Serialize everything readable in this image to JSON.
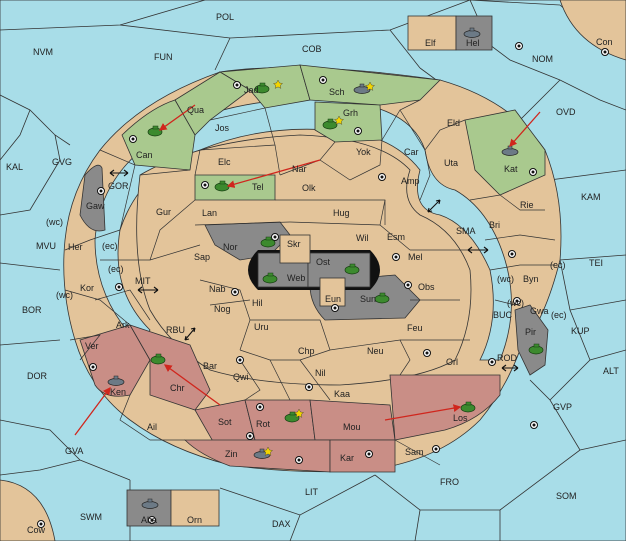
{
  "colors": {
    "sea": "#a8dde8",
    "neutral_land": "#e3c49a",
    "green_power": "#a9c98e",
    "red_power": "#c98e86",
    "gray_power": "#8a8a8a",
    "order_arrow": "#d0261d"
  },
  "labels": {
    "POL": "POL",
    "NVM": "NVM",
    "FUN": "FUN",
    "COB": "COB",
    "NOM": "NOM",
    "Con": "Con",
    "OVD": "OVD",
    "Elf": "Elf",
    "Hel": "Hel",
    "KAL": "KAL",
    "GVG": "GVG",
    "GOR": "GOR",
    "Gaw": "Gaw",
    "MVU": "MVU",
    "BOR": "BOR",
    "DOR": "DOR",
    "GVA": "GVA",
    "SWM": "SWM",
    "Cow": "Cow",
    "Aba": "Aba",
    "Orn": "Orn",
    "DAX": "DAX",
    "LIT": "LIT",
    "FRO": "FRO",
    "SOM": "SOM",
    "GVP": "GVP",
    "ALT": "ALT",
    "KUP": "KUP",
    "TEI": "TEI",
    "KAM": "KAM",
    "SMA": "SMA",
    "MIT": "MIT",
    "RBU": "RBU",
    "BUC": "BUC",
    "ROD": "ROD",
    "Jad": "Jad",
    "Sch": "Sch",
    "Qua": "Qua",
    "Grh": "Grh",
    "Jos": "Jos",
    "Can": "Can",
    "Elc": "Elc",
    "Nar": "Nar",
    "Yok": "Yok",
    "Car": "Car",
    "Eld": "Eld",
    "Uta": "Uta",
    "Kat": "Kat",
    "Tel": "Tel",
    "Olk": "Olk",
    "Amp": "Amp",
    "Gur": "Gur",
    "Lan": "Lan",
    "Hug": "Hug",
    "Rie": "Rie",
    "Bri": "Bri",
    "Wil": "Wil",
    "Esm": "Esm",
    "Nor": "Nor",
    "Skr": "Skr",
    "Ost": "Ost",
    "Mel": "Mel",
    "Sap": "Sap",
    "Web": "Web",
    "Byn": "Byn",
    "Her": "Her",
    "ec": "(ec)",
    "wc": "(wc)",
    "Kor": "Kor",
    "Nab": "Nab",
    "Eun": "Eun",
    "Sun": "Sun",
    "Obs": "Obs",
    "Gwa": "Gwa",
    "Nog": "Nog",
    "Hil": "Hil",
    "Ark": "Ark",
    "Uru": "Uru",
    "Feu": "Feu",
    "Pir": "Pir",
    "Ver": "Ver",
    "Chp": "Chp",
    "Neu": "Neu",
    "Bar": "Bar",
    "Orl": "Orl",
    "Qwi": "Qwi",
    "Nil": "Nil",
    "Chr": "Chr",
    "Ken": "Ken",
    "Kaa": "Kaa",
    "Sot": "Sot",
    "Rot": "Rot",
    "Mou": "Mou",
    "Los": "Los",
    "Ail": "Ail",
    "Zin": "Zin",
    "Kar": "Kar",
    "Sam": "Sam"
  }
}
